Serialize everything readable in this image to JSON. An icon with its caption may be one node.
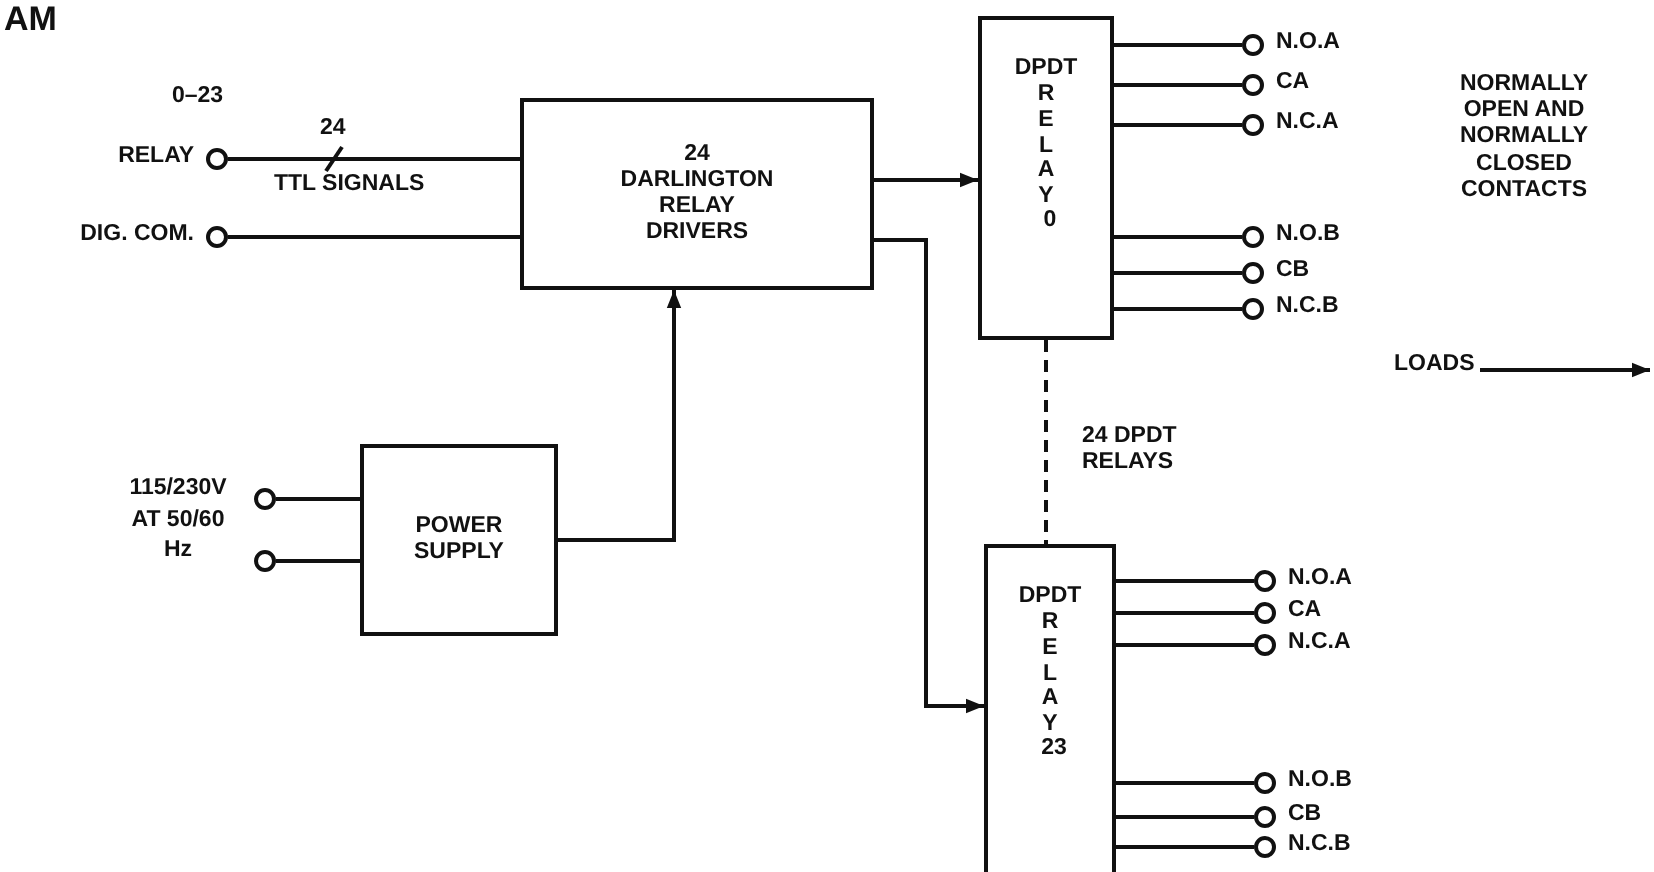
{
  "diagram": {
    "nodes": [
      {
        "text": [],
        "shape": "circle",
        "beside": [
          "0–23",
          "RELAY"
        ]
      },
      {
        "text": [],
        "shape": "circle",
        "beside": [
          "DIG. COM."
        ]
      },
      {
        "text": [
          "24 DARLINGTON RELAY DRIVERS"
        ]
      },
      {
        "text": [],
        "shape": "circle"
      },
      {
        "text": [],
        "shape": "circle"
      },
      {
        "text": [
          "POWER SUPPLY"
        ]
      },
      {
        "text": [
          "DPDT",
          "RELAY",
          "0"
        ]
      },
      {
        "text": [],
        "shape": "circle",
        "beside": [
          "N.O.A"
        ]
      },
      {
        "text": [],
        "shape": "circle",
        "beside": [
          "CA"
        ]
      },
      {
        "text": [],
        "shape": "circle",
        "beside": [
          "N.C.A"
        ]
      },
      {
        "text": [],
        "shape": "circle",
        "beside": [
          "N.O.B"
        ]
      },
      {
        "text": [],
        "shape": "circle",
        "beside": [
          "CB"
        ]
      },
      {
        "text": [],
        "shape": "circle",
        "beside": [
          "N.C.B"
        ]
      },
      {
        "text": [
          "DPDT",
          "RELAY",
          "23"
        ]
      },
      {
        "text": [],
        "shape": "circle",
        "beside": [
          "N.O.A"
        ]
      },
      {
        "text": [],
        "shape": "circle",
        "beside": [
          "CA"
        ]
      },
      {
        "text": [],
        "shape": "circle",
        "beside": [
          "N.C.A"
        ]
      },
      {
        "text": [],
        "shape": "circle",
        "beside": [
          "N.O.B"
        ]
      },
      {
        "text": [],
        "shape": "circle",
        "beside": [
          "CB"
        ]
      },
      {
        "text": [],
        "shape": "circle",
        "beside": [
          "N.C.B"
        ]
      },
      {
        "text": [
          "LOADS"
        ]
      }
    ],
    "edges": [
      {
        "from": 0,
        "to": 2,
        "arrow": "none",
        "label": "24"
      },
      {
        "from": 1,
        "to": 2,
        "arrow": "none"
      },
      {
        "from": 3,
        "to": 5,
        "arrow": "none"
      },
      {
        "from": 4,
        "to": 5,
        "arrow": "none"
      },
      {
        "from": 5,
        "to": 2,
        "arrow": "to"
      },
      {
        "from": 2,
        "to": 6,
        "arrow": "to"
      },
      {
        "from": 2,
        "to": 13,
        "arrow": "to"
      },
      {
        "from": 6,
        "to": 13,
        "arrow": "none",
        "style": "dashed"
      },
      {
        "from": 6,
        "to": 7,
        "arrow": "none"
      },
      {
        "from": 6,
        "to": 8,
        "arrow": "none"
      },
      {
        "from": 6,
        "to": 9,
        "arrow": "none"
      },
      {
        "from": 6,
        "to": 10,
        "arrow": "none"
      },
      {
        "from": 6,
        "to": 11,
        "arrow": "none"
      },
      {
        "from": 6,
        "to": 12,
        "arrow": "none"
      },
      {
        "from": 13,
        "to": 14,
        "arrow": "none"
      },
      {
        "from": 13,
        "to": 15,
        "arrow": "none"
      },
      {
        "from": 13,
        "to": 16,
        "arrow": "none"
      },
      {
        "from": 13,
        "to": 17,
        "arrow": "none"
      },
      {
        "from": 13,
        "to": 18,
        "arrow": "none"
      },
      {
        "from": 13,
        "to": 19,
        "arrow": "none"
      },
      {
        "from": 20,
        "to": null,
        "arrow": "to"
      }
    ],
    "labels": [
      "AM",
      "TTL SIGNALS",
      "115/230V AT 50/60 Hz",
      "24 DPDT RELAYS",
      "NORMALLY OPEN AND NORMALLY CLOSED CONTACTS"
    ]
  }
}
